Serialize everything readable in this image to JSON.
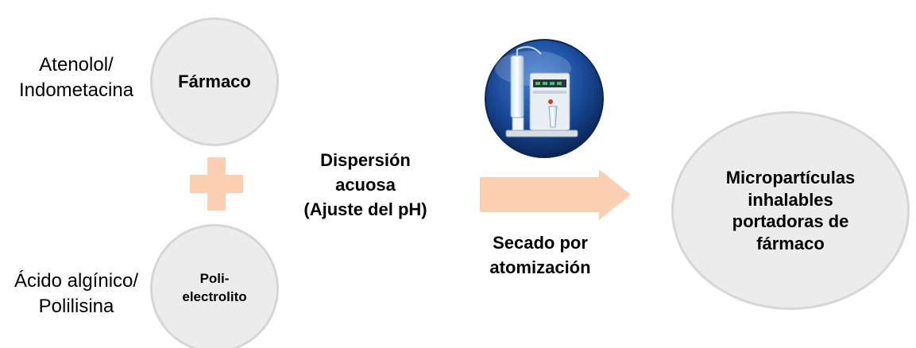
{
  "diagram": {
    "drug_circle": {
      "label": "Fármaco",
      "side_label_lines": [
        "Atenolol/",
        "Indometacina"
      ]
    },
    "polyelectrolyte_circle": {
      "label_lines": [
        "Poli-",
        "electrolito"
      ],
      "side_label_lines": [
        "Ácido algínico/",
        "Polilisina"
      ]
    },
    "plus_icon": "plus-sign",
    "process_step": {
      "lines": [
        "Dispersión",
        "acuosa",
        "(Ajuste del pH)"
      ]
    },
    "drying_step": {
      "lines": [
        "Secado por",
        "atomización"
      ],
      "icon": "spray-dryer-image"
    },
    "result_circle": {
      "lines": [
        "Micropartículas",
        "inhalables",
        "portadoras de",
        "fármaco"
      ]
    },
    "colors": {
      "circle_fill": "#ececec",
      "circle_border": "#d6d6d6",
      "plus_and_arrow": "#fbcfb1",
      "device_background": "#0b2f6b"
    }
  }
}
